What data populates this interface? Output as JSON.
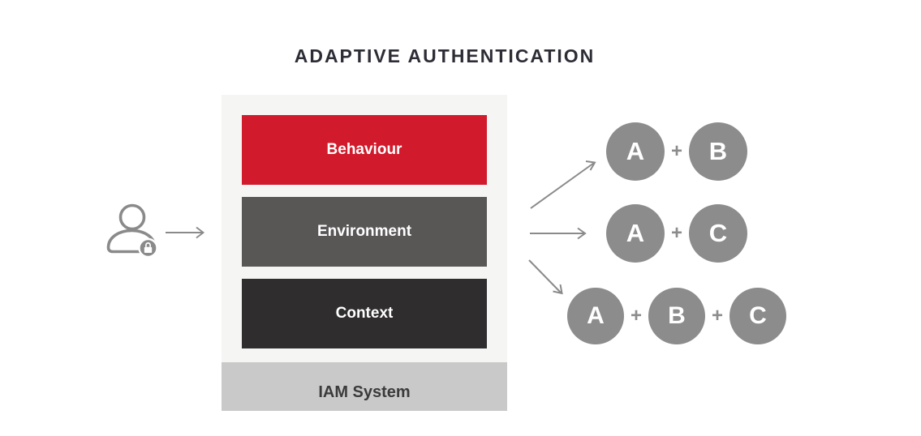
{
  "title": "ADAPTIVE AUTHENTICATION",
  "plus": "+",
  "user": {
    "icon": "user-lock-icon"
  },
  "stack": {
    "layers": [
      {
        "label": "Behaviour",
        "color": "#d11a2b"
      },
      {
        "label": "Environment",
        "color": "#595656"
      },
      {
        "label": "Context",
        "color": "#2f2d2d"
      }
    ],
    "base": {
      "label": "IAM System",
      "color": "#cac9c9"
    }
  },
  "combinations": [
    {
      "factors": [
        "A",
        "B"
      ]
    },
    {
      "factors": [
        "A",
        "C"
      ]
    },
    {
      "factors": [
        "A",
        "B",
        "C"
      ]
    }
  ],
  "colors": {
    "panel_bg": "#f5f5f4",
    "circle_gray": "#8d8c8c",
    "arrow_gray": "#8b8a8a",
    "title_text": "#2d2d36",
    "base_text": "#3b3b3b"
  }
}
